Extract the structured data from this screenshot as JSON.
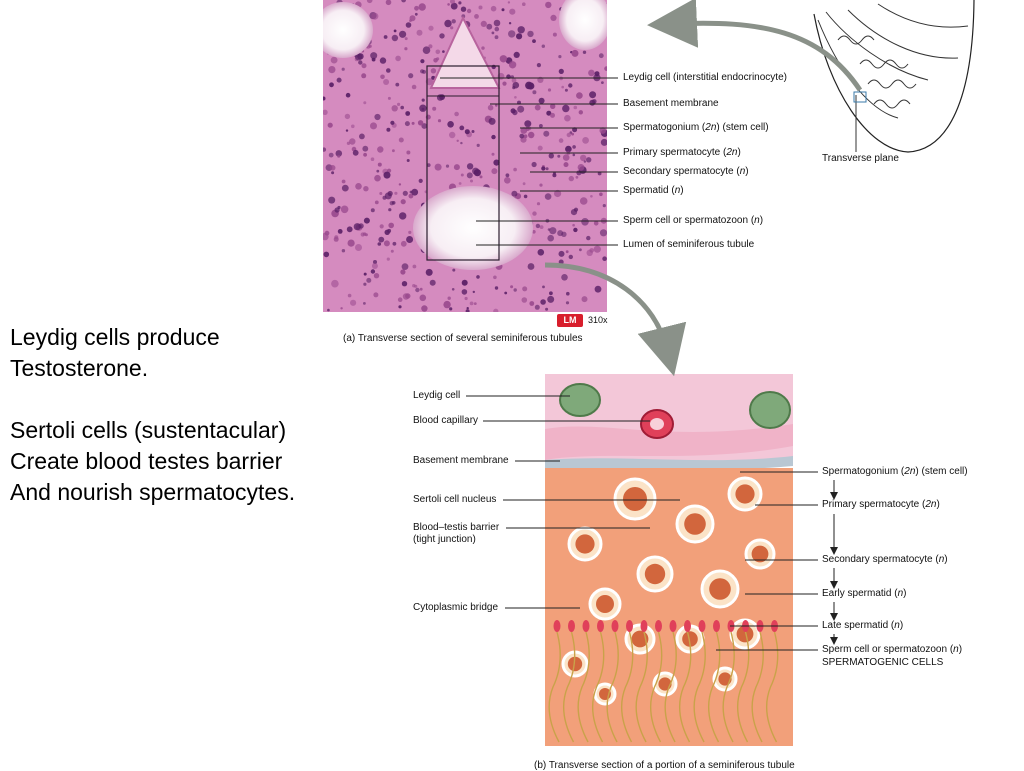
{
  "notes": {
    "leydig_line1": "Leydig cells produce",
    "leydig_line2": "Testosterone.",
    "sertoli_line1": "Sertoli cells (sustentacular)",
    "sertoli_line2": "Create blood testes barrier",
    "sertoli_line3": "And nourish spermatocytes."
  },
  "panel_a": {
    "labels": [
      {
        "pre": "Leydig cell (interstitial endocrinocyte)",
        "it": "",
        "post": ""
      },
      {
        "pre": "Basement membrane",
        "it": "",
        "post": ""
      },
      {
        "pre": "Spermatogonium (",
        "it": "2n",
        "post": ") (stem cell)"
      },
      {
        "pre": "Primary spermatocyte (",
        "it": "2n",
        "post": ")"
      },
      {
        "pre": "Secondary spermatocyte (",
        "it": "n",
        "post": ")"
      },
      {
        "pre": "Spermatid (",
        "it": "n",
        "post": ")"
      },
      {
        "pre": "Sperm cell or spermatozoon (",
        "it": "n",
        "post": ")"
      },
      {
        "pre": "Lumen of seminiferous tubule",
        "it": "",
        "post": ""
      }
    ],
    "magnification_badge": "LM",
    "magnification": "310x",
    "caption": "(a) Transverse section of several seminiferous tubules"
  },
  "testis": {
    "label": "Transverse plane"
  },
  "panel_b": {
    "left_labels": [
      {
        "line1": "Leydig cell",
        "line2": ""
      },
      {
        "line1": "Blood capillary",
        "line2": ""
      },
      {
        "line1": "Basement membrane",
        "line2": ""
      },
      {
        "line1": "Sertoli cell nucleus",
        "line2": ""
      },
      {
        "line1": "Blood–testis barrier",
        "line2": "(tight junction)"
      },
      {
        "line1": "Cytoplasmic bridge",
        "line2": ""
      }
    ],
    "right_labels": [
      {
        "pre": "Spermatogonium (",
        "it": "2n",
        "post": ") (stem cell)"
      },
      {
        "pre": "Primary spermatocyte (",
        "it": "2n",
        "post": ")"
      },
      {
        "pre": "Secondary spermatocyte (",
        "it": "n",
        "post": ")"
      },
      {
        "pre": "Early spermatid (",
        "it": "n",
        "post": ")"
      },
      {
        "pre": "Late spermatid (",
        "it": "n",
        "post": ")"
      },
      {
        "pre": "Sperm cell or spermatozoon (",
        "it": "n",
        "post": ")"
      }
    ],
    "group_label": "SPERMATOGENIC CELLS",
    "caption": "(b) Transverse section of a portion of a seminiferous tubule"
  },
  "colors": {
    "stain_pink": "#d58bbf",
    "stain_purple": "#5a1f66",
    "illus_tissue": "#f2a07a",
    "illus_connective": "#f3c7d8",
    "arrow_gray": "#8a9189",
    "badge_red": "#d81e2c"
  }
}
